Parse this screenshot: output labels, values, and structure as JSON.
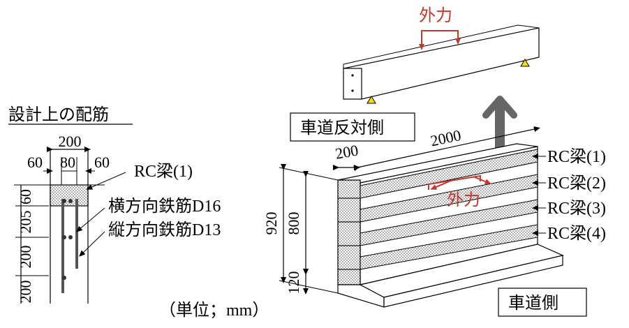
{
  "section_title": "設計上の配筋",
  "section_dims": {
    "total_width": "200",
    "left_cover": "60",
    "middle": "80",
    "right_cover": "60",
    "v_top": "60",
    "v_1": "205",
    "v_2": "200",
    "v_3": "200"
  },
  "section_labels": {
    "beam": "RC梁(1)",
    "horizontal_rebar": "横方向鉄筋D16",
    "vertical_rebar": "縦方向鉄筋D13"
  },
  "units_note": "（単位；mm）",
  "beam_model": {
    "force_label": "外力"
  },
  "barrier": {
    "side_far": "車道反対側",
    "side_near": "車道側",
    "length": "2000",
    "thickness": "200",
    "height_total": "920",
    "height_beams": "800",
    "base": "120",
    "force_label": "外力",
    "beams": [
      "RC梁(1)",
      "RC梁(2)",
      "RC梁(3)",
      "RC梁(4)"
    ]
  },
  "colors": {
    "force": "#c0392b",
    "arrow": "#666666",
    "support": "#f7e000",
    "hatch": "#cfcfcf"
  }
}
